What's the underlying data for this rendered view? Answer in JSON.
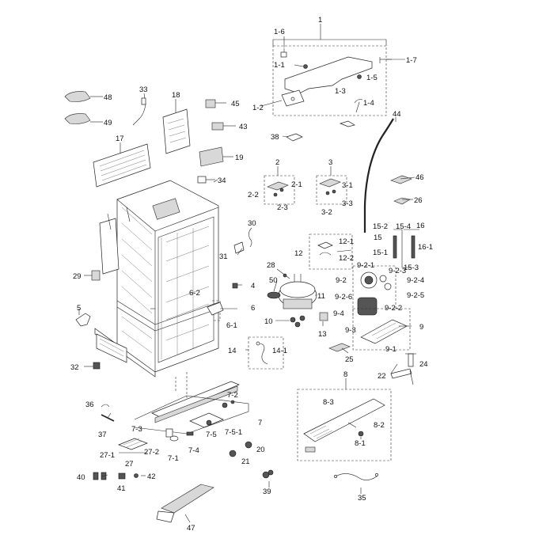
{
  "labels": [
    {
      "id": "1",
      "text": "1"
    },
    {
      "id": "1-6",
      "text": "1-6"
    },
    {
      "id": "1-1",
      "text": "1-1"
    },
    {
      "id": "1-7",
      "text": "1-7"
    },
    {
      "id": "1-5",
      "text": "1-5"
    },
    {
      "id": "1-3",
      "text": "1-3"
    },
    {
      "id": "1-4",
      "text": "1-4"
    },
    {
      "id": "1-2",
      "text": "1-2"
    },
    {
      "id": "48",
      "text": "48"
    },
    {
      "id": "33",
      "text": "33"
    },
    {
      "id": "18",
      "text": "18"
    },
    {
      "id": "45",
      "text": "45"
    },
    {
      "id": "49",
      "text": "49"
    },
    {
      "id": "43",
      "text": "43"
    },
    {
      "id": "38",
      "text": "38"
    },
    {
      "id": "44",
      "text": "44"
    },
    {
      "id": "17",
      "text": "17"
    },
    {
      "id": "19",
      "text": "19"
    },
    {
      "id": "2",
      "text": "2"
    },
    {
      "id": "3",
      "text": "3"
    },
    {
      "id": "34",
      "text": "34"
    },
    {
      "id": "2-1",
      "text": "2-1"
    },
    {
      "id": "3-1",
      "text": "3-1"
    },
    {
      "id": "46",
      "text": "46"
    },
    {
      "id": "2-2",
      "text": "2-2"
    },
    {
      "id": "2-3",
      "text": "2-3"
    },
    {
      "id": "3-3",
      "text": "3-3"
    },
    {
      "id": "3-2",
      "text": "3-2"
    },
    {
      "id": "26",
      "text": "26"
    },
    {
      "id": "30",
      "text": "30"
    },
    {
      "id": "15-2",
      "text": "15-2"
    },
    {
      "id": "15-4",
      "text": "15-4"
    },
    {
      "id": "16",
      "text": "16"
    },
    {
      "id": "15",
      "text": "15"
    },
    {
      "id": "12-1",
      "text": "12-1"
    },
    {
      "id": "16-1",
      "text": "16-1"
    },
    {
      "id": "15-1",
      "text": "15-1"
    },
    {
      "id": "12",
      "text": "12"
    },
    {
      "id": "31",
      "text": "31"
    },
    {
      "id": "12-2",
      "text": "12-2"
    },
    {
      "id": "15-3",
      "text": "15-3"
    },
    {
      "id": "28",
      "text": "28"
    },
    {
      "id": "9-2-1",
      "text": "9-2-1"
    },
    {
      "id": "9-2-3",
      "text": "9-2-3"
    },
    {
      "id": "29",
      "text": "29"
    },
    {
      "id": "50",
      "text": "50"
    },
    {
      "id": "9-2",
      "text": "9-2"
    },
    {
      "id": "9-2-4",
      "text": "9-2-4"
    },
    {
      "id": "4",
      "text": "4"
    },
    {
      "id": "11",
      "text": "11"
    },
    {
      "id": "9-2-6",
      "text": "9-2-6"
    },
    {
      "id": "9-2-5",
      "text": "9-2-5"
    },
    {
      "id": "6-2",
      "text": "6-2"
    },
    {
      "id": "6",
      "text": "6"
    },
    {
      "id": "9-2-2",
      "text": "9-2-2"
    },
    {
      "id": "5",
      "text": "5"
    },
    {
      "id": "9-4",
      "text": "9-4"
    },
    {
      "id": "10",
      "text": "10"
    },
    {
      "id": "6-1",
      "text": "6-1"
    },
    {
      "id": "13",
      "text": "13"
    },
    {
      "id": "9",
      "text": "9"
    },
    {
      "id": "9-3",
      "text": "9-3"
    },
    {
      "id": "14",
      "text": "14"
    },
    {
      "id": "14-1",
      "text": "14-1"
    },
    {
      "id": "9-1",
      "text": "9-1"
    },
    {
      "id": "25",
      "text": "25"
    },
    {
      "id": "32",
      "text": "32"
    },
    {
      "id": "24",
      "text": "24"
    },
    {
      "id": "8",
      "text": "8"
    },
    {
      "id": "22",
      "text": "22"
    },
    {
      "id": "7-2",
      "text": "7-2"
    },
    {
      "id": "36",
      "text": "36"
    },
    {
      "id": "8-3",
      "text": "8-3"
    },
    {
      "id": "7",
      "text": "7"
    },
    {
      "id": "37",
      "text": "37"
    },
    {
      "id": "7-3",
      "text": "7-3"
    },
    {
      "id": "7-5",
      "text": "7-5"
    },
    {
      "id": "7-5-1",
      "text": "7-5-1"
    },
    {
      "id": "8-2",
      "text": "8-2"
    },
    {
      "id": "27-1",
      "text": "27-1"
    },
    {
      "id": "27-2",
      "text": "27-2"
    },
    {
      "id": "7-4",
      "text": "7-4"
    },
    {
      "id": "20",
      "text": "20"
    },
    {
      "id": "8-1",
      "text": "8-1"
    },
    {
      "id": "27",
      "text": "27"
    },
    {
      "id": "7-1",
      "text": "7-1"
    },
    {
      "id": "21",
      "text": "21"
    },
    {
      "id": "40",
      "text": "40"
    },
    {
      "id": "42",
      "text": "42"
    },
    {
      "id": "41",
      "text": "41"
    },
    {
      "id": "39",
      "text": "39"
    },
    {
      "id": "35",
      "text": "35"
    },
    {
      "id": "47",
      "text": "47"
    }
  ]
}
